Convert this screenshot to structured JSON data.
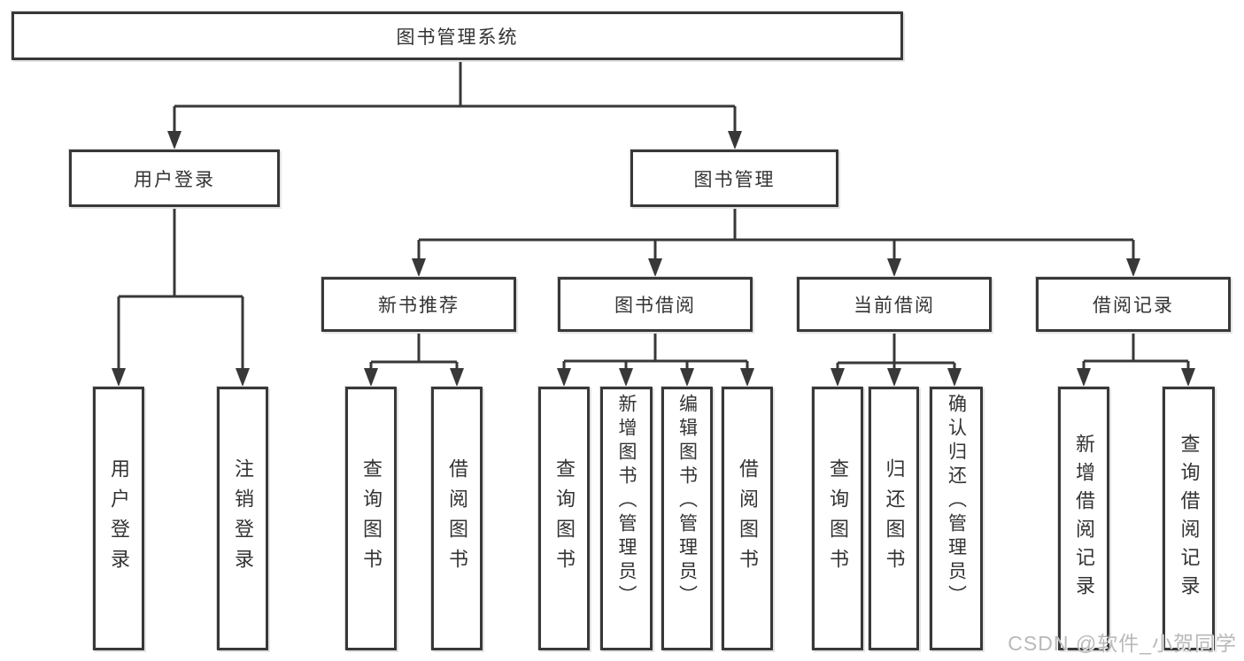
{
  "page": {
    "watermark": "CSDN @软件_小贺同学",
    "colors": {
      "line": "#383838",
      "text": "#333333",
      "background": "#ffffff",
      "watermark": "#b9b9b9"
    }
  },
  "tree": {
    "label": "图书管理系统",
    "children": [
      {
        "label": "用户登录",
        "children": [
          {
            "label": "用户登录"
          },
          {
            "label": "注销登录"
          }
        ]
      },
      {
        "label": "图书管理",
        "children": [
          {
            "label": "新书推荐",
            "children": [
              {
                "label": "查询图书"
              },
              {
                "label": "借阅图书"
              }
            ]
          },
          {
            "label": "图书借阅",
            "children": [
              {
                "label": "查询图书"
              },
              {
                "label": "新增图书（管理员）"
              },
              {
                "label": "编辑图书（管理员）"
              },
              {
                "label": "借阅图书"
              }
            ]
          },
          {
            "label": "当前借阅",
            "children": [
              {
                "label": "查询图书"
              },
              {
                "label": "归还图书"
              },
              {
                "label": "确认归还（管理员）"
              }
            ]
          },
          {
            "label": "借阅记录",
            "children": [
              {
                "label": "新增借阅记录"
              },
              {
                "label": "查询借阅记录"
              }
            ]
          }
        ]
      }
    ]
  }
}
